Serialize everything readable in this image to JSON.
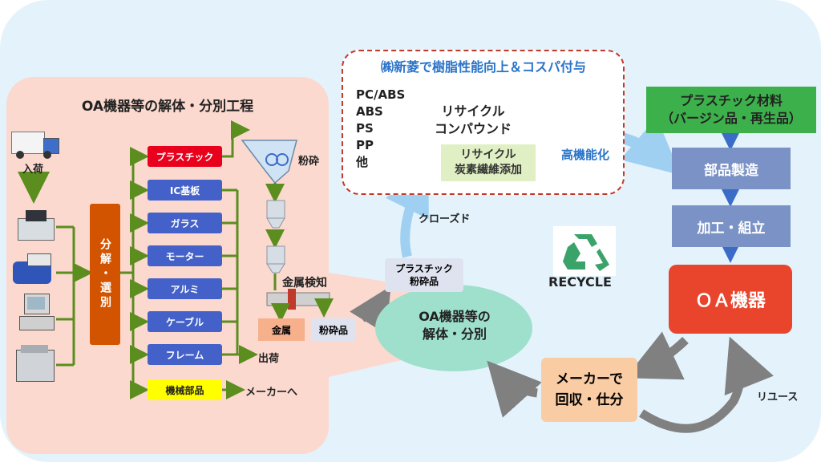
{
  "left_panel": {
    "title": "OA機器等の解体・分別工程",
    "arrival": "入荷",
    "sort_label": "分解・選別",
    "items": [
      {
        "label": "プラスチック",
        "color": "#e8001c"
      },
      {
        "label": "IC基板",
        "color": "#4361c9"
      },
      {
        "label": "ガラス",
        "color": "#4361c9"
      },
      {
        "label": "モーター",
        "color": "#4361c9"
      },
      {
        "label": "アルミ",
        "color": "#4361c9"
      },
      {
        "label": "ケーブル",
        "color": "#4361c9"
      },
      {
        "label": "フレーム",
        "color": "#4361c9"
      },
      {
        "label": "機械部品",
        "color": "#ffff00"
      }
    ],
    "crush": "粉砕",
    "metal_detect": "金属検知",
    "metal": "金属",
    "crushed": "粉砕品",
    "ship": "出荷",
    "to_maker": "メーカーへ"
  },
  "top_section": {
    "title": "㈱新菱で樹脂性能向上＆コスパ付与",
    "materials": [
      "PC/ABS",
      "ABS",
      "PS",
      "PP",
      "他"
    ],
    "cloud_text": "リサイクル\nコンパウンド",
    "carbon_text": "リサイクル\n炭素繊維添加",
    "high_func": "高機能化"
  },
  "center": {
    "closed": "クローズド",
    "plastic_crushed": "プラスチック\n粉砕品",
    "dismantle": "OA機器等の\n解体・分別",
    "recycle": "RECYCLE",
    "collect": "メーカーで\n回収・仕分",
    "reuse": "リユース"
  },
  "right_flow": {
    "material": "プラスチック材料\n（バージン品・再生品）",
    "parts": "部品製造",
    "assembly": "加工・組立",
    "oa": "ＯＡ機器"
  },
  "colors": {
    "green_arrow": "#5b8d1f",
    "blue_box": "#4361c9",
    "red_box": "#e8001c",
    "orange": "#d35400",
    "oa_red": "#e8452c",
    "teal": "#9ee0cc",
    "peach": "#f9cca4"
  }
}
